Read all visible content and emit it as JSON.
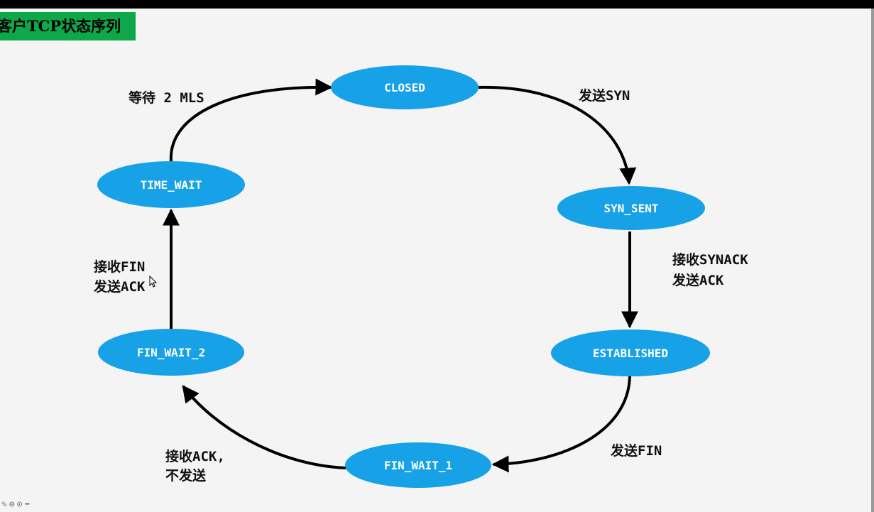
{
  "title": "客户TCP状态序列",
  "colors": {
    "node_fill": "#17a1e6",
    "node_text": "#ffffff",
    "edge": "#000000",
    "title_bg": "#0ea84a"
  },
  "nodes": {
    "closed": "CLOSED",
    "syn_sent": "SYN_SENT",
    "established": "ESTABLISHED",
    "fin_wait_1": "FIN_WAIT_1",
    "fin_wait_2": "FIN_WAIT_2",
    "time_wait": "TIME_WAIT"
  },
  "edges": {
    "closed_to_syn_sent": "发送SYN",
    "syn_sent_to_established": [
      "接收SYNACK",
      "发送ACK"
    ],
    "established_to_fin_wait_1": "发送FIN",
    "fin_wait_1_to_fin_wait_2": [
      "接收ACK,",
      "不发送"
    ],
    "fin_wait_2_to_time_wait": [
      "接收FIN",
      "发送ACK"
    ],
    "time_wait_to_closed": "等待 2 MLS"
  },
  "toolbar": {
    "pen_icon": "pen-icon",
    "menu_icon": "menu-icon",
    "more_icon": "more-icon",
    "next_icon": "arrow-right-icon"
  }
}
